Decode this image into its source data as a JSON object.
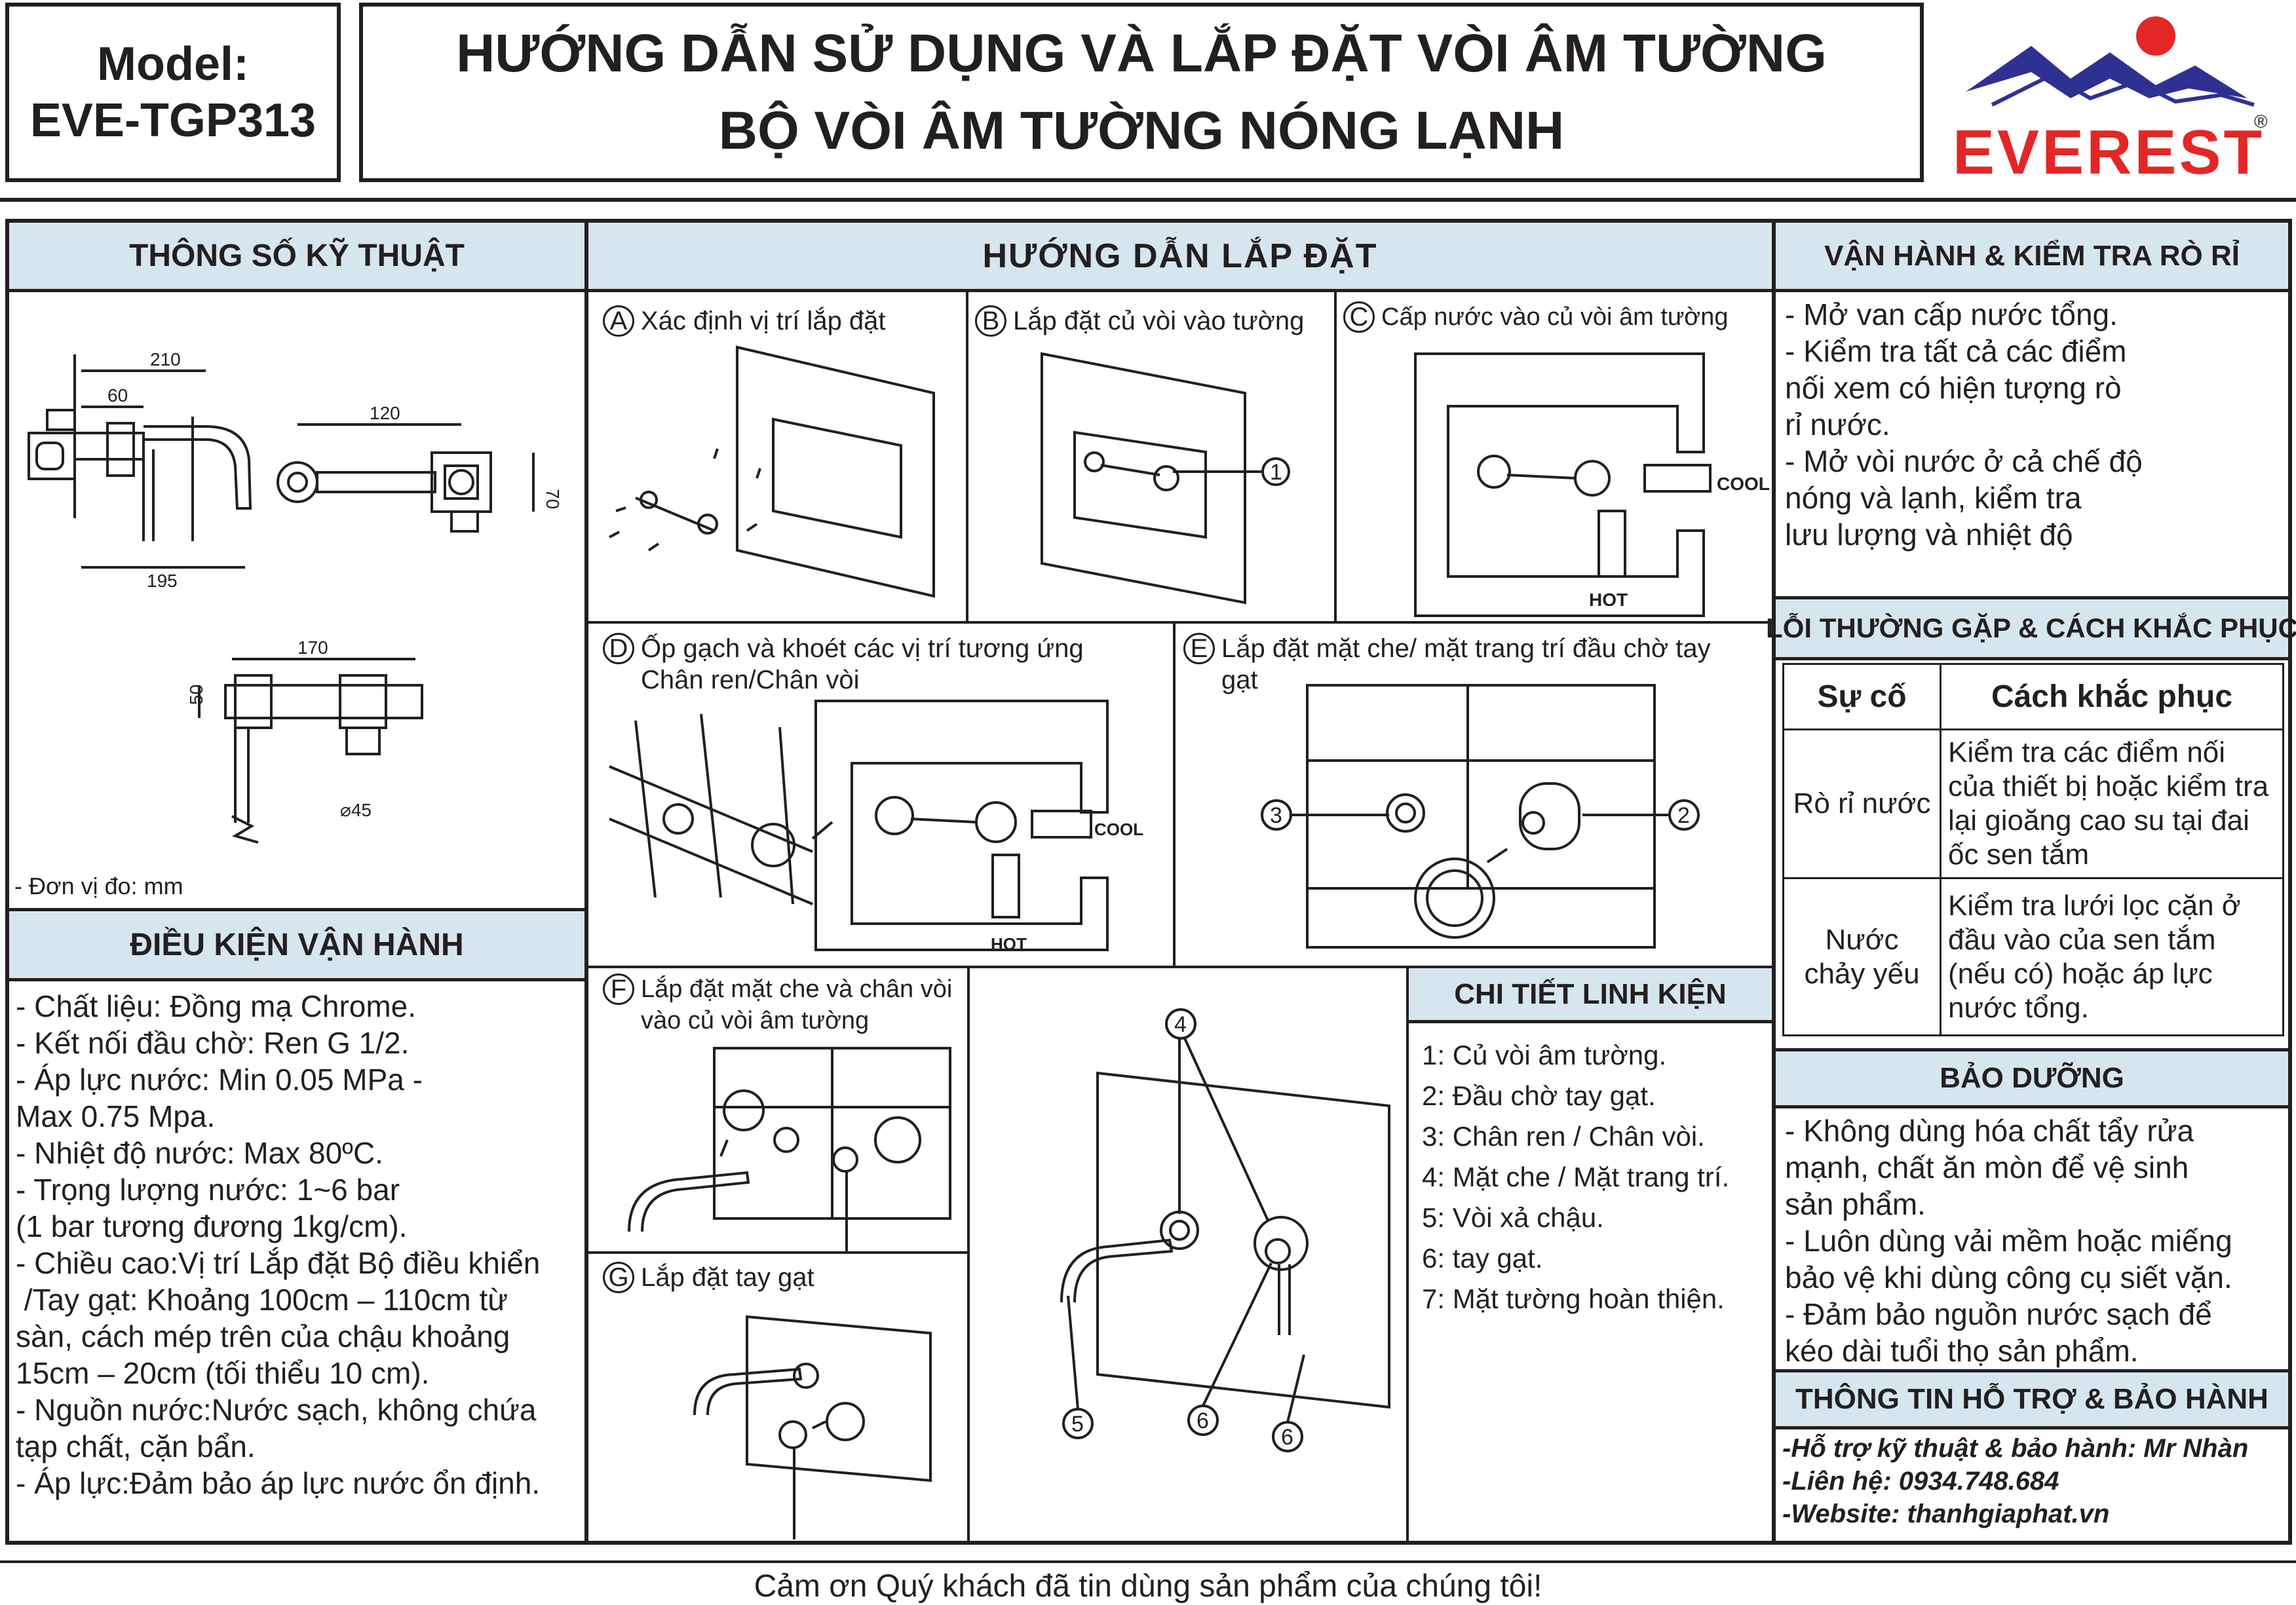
{
  "header": {
    "model_label": "Model:",
    "model_code": "EVE-TGP313",
    "title_line1": "HƯỚNG DẪN SỬ DỤNG VÀ LẮP ĐẶT VÒI ÂM TƯỜNG",
    "title_line2": "BỘ VÒI ÂM TƯỜNG NÓNG LẠNH",
    "brand": "EVEREST",
    "brand_mark": "®"
  },
  "specs": {
    "title": "THÔNG SỐ KỸ THUẬT",
    "dims": {
      "d210": "210",
      "d60": "60",
      "d195": "195",
      "d120": "120",
      "d70": "70",
      "d170": "170",
      "d50": "50",
      "d45": "⌀45"
    },
    "unit_note": "- Đơn vị đo: mm"
  },
  "conditions": {
    "title": "ĐIỀU KIỆN VẬN HÀNH",
    "lines": [
      "- Chất liệu: Đồng mạ Chrome.",
      "- Kết nối đầu chờ: Ren G 1/2.",
      "- Áp lực nước: Min 0.05 MPa -",
      "Max 0.75 Mpa.",
      "- Nhiệt độ nước: Max 80ºC.",
      "- Trọng lượng nước: 1~6 bar",
      "(1 bar tương đương 1kg/cm).",
      "- Chiều cao:Vị trí Lắp đặt Bộ điều khiển",
      " /Tay gạt: Khoảng 100cm – 110cm từ",
      "sàn, cách mép trên của chậu khoảng",
      "15cm – 20cm (tối thiểu 10 cm).",
      "- Nguồn nước:Nước sạch, không chứa",
      "tạp chất, cặn bẩn.",
      "- Áp lực:Đảm bảo áp lực nước ổn định."
    ]
  },
  "install": {
    "title": "HƯỚNG DẪN LẮP ĐẶT",
    "steps": {
      "A": {
        "letter": "A",
        "text": "Xác định vị trí lắp đặt"
      },
      "B": {
        "letter": "B",
        "text": "Lắp đặt củ vòi vào tường"
      },
      "C": {
        "letter": "C",
        "text": "Cấp nước vào củ vòi âm tường"
      },
      "D": {
        "letter": "D",
        "text": "Ốp gạch và khoét các vị trí tương ứng Chân ren/Chân vòi"
      },
      "E": {
        "letter": "E",
        "text": "Lắp đặt mặt che/ mặt trang trí đầu chờ tay gạt"
      },
      "F": {
        "letter": "F",
        "text": "Lắp đặt mặt che và chân vòi vào củ vòi âm tường"
      },
      "G": {
        "letter": "G",
        "text": "Lắp đặt tay gạt"
      }
    },
    "labels": {
      "cool": "COOL",
      "hot": "HOT"
    },
    "callouts": {
      "n1": "1",
      "n2": "2",
      "n3": "3",
      "n4": "4",
      "n5": "5",
      "n6": "6"
    }
  },
  "parts": {
    "title": "CHI TIẾT LINH KIỆN",
    "items": [
      "1: Củ vòi âm tường.",
      "2: Đầu chờ tay gạt.",
      "3: Chân ren / Chân vòi.",
      "4: Mặt che / Mặt trang trí.",
      "5: Vòi xả chậu.",
      "6: tay gạt.",
      "7: Mặt tường hoàn thiện."
    ]
  },
  "operation": {
    "title": "VẬN HÀNH & KIỂM TRA RÒ RỈ",
    "lines": [
      "- Mở van cấp nước tổng.",
      "- Kiểm tra tất cả các điểm",
      "nối xem có hiện tượng rò",
      "rỉ nước.",
      "- Mở vòi nước ở cả chế độ",
      "nóng và lạnh, kiểm tra",
      "lưu lượng và nhiệt độ"
    ]
  },
  "errors": {
    "title": "LỖI THƯỜNG GẶP & CÁCH KHẮC PHỤC",
    "col1": "Sự cố",
    "col2": "Cách khắc phục",
    "rows": [
      {
        "issue": "Rò rỉ nước",
        "fix": "Kiểm tra các điểm nối của thiết bị hoặc kiểm tra lại gioăng cao su tại đai ốc sen tắm"
      },
      {
        "issue": "Nước chảy yếu",
        "fix": "Kiểm tra lưới lọc cặn ở đầu vào của sen tắm (nếu có) hoặc áp lực nước tổng."
      }
    ]
  },
  "maintenance": {
    "title": "BẢO DƯỠNG",
    "lines": [
      "- Không dùng hóa chất tẩy rửa",
      "mạnh, chất ăn mòn để vệ sinh",
      "sản phẩm.",
      "- Luôn dùng vải mềm hoặc miếng",
      "bảo vệ khi dùng công cụ siết vặn.",
      "- Đảm bảo nguồn nước sạch để",
      "kéo dài tuổi thọ sản phẩm."
    ]
  },
  "support": {
    "title": "THÔNG TIN HỖ TRỢ & BẢO HÀNH",
    "lines": [
      "-Hỗ trợ kỹ thuật & bảo hành: Mr Nhàn",
      "-Liên hệ: 0934.748.684",
      "-Website: thanhgiaphat.vn"
    ]
  },
  "footer": "Cảm ơn Quý khách đã tin dùng sản phẩm của chúng tôi!",
  "colors": {
    "header_fill": "#d6e6ee",
    "brand_red": "#e32726",
    "brand_blue": "#2e3192",
    "ink": "#231f20"
  }
}
